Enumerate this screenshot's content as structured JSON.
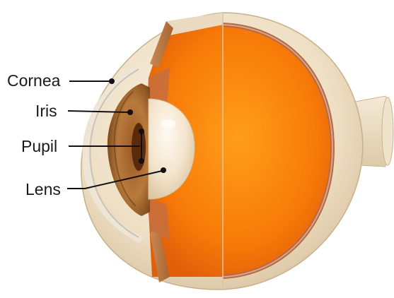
{
  "diagram": {
    "labels": {
      "cornea": "Cornea",
      "iris": "Iris",
      "pupil": "Pupil",
      "lens": "Lens"
    }
  }
}
